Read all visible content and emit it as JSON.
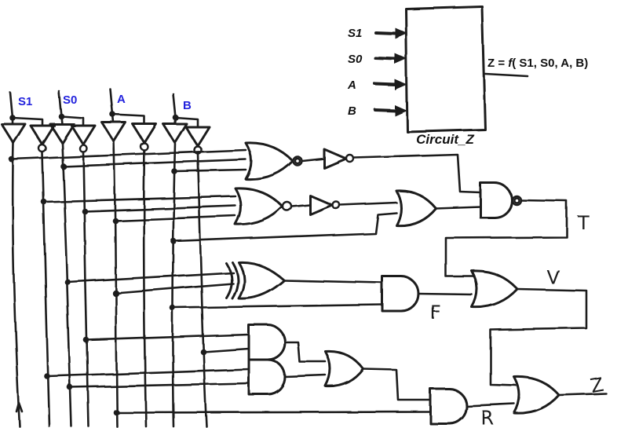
{
  "colors": {
    "ink": "#1b1b1b",
    "input_label_blue": "#2222dd",
    "background": "#ffffff"
  },
  "block_diagram": {
    "input_labels": [
      "S1",
      "S0",
      "A",
      "B"
    ],
    "output_label_prefix": "Z = ",
    "output_label_function": "f",
    "output_label_args": "( S1, S0, A, B)",
    "caption": "Circuit_Z"
  },
  "schematic": {
    "input_labels": [
      "S1",
      "S0",
      "A",
      "B"
    ],
    "signal_labels": {
      "t": "T",
      "f": "F",
      "v": "V",
      "r": "R",
      "z": "Z"
    },
    "gates": [
      {
        "name": "buffer-s1",
        "type": "BUFFER"
      },
      {
        "name": "inverter-s1",
        "type": "NOT"
      },
      {
        "name": "buffer-s0",
        "type": "BUFFER"
      },
      {
        "name": "inverter-s0",
        "type": "NOT"
      },
      {
        "name": "buffer-a",
        "type": "BUFFER"
      },
      {
        "name": "inverter-a",
        "type": "NOT"
      },
      {
        "name": "buffer-b",
        "type": "BUFFER"
      },
      {
        "name": "inverter-b",
        "type": "NOT"
      },
      {
        "name": "nor-gate-1",
        "type": "NOR",
        "inputs": 3
      },
      {
        "name": "not-gate-1",
        "type": "NOT",
        "inputs": 1
      },
      {
        "name": "nor-gate-2",
        "type": "NOR",
        "inputs": 3
      },
      {
        "name": "not-gate-2",
        "type": "NOT",
        "inputs": 1
      },
      {
        "name": "or-gate-2",
        "type": "OR",
        "inputs": 2
      },
      {
        "name": "nand-gate-t",
        "type": "NAND",
        "inputs": 2
      },
      {
        "name": "xor-gate-1",
        "type": "XOR",
        "inputs": 2
      },
      {
        "name": "and-gate-f",
        "type": "AND",
        "inputs": 2
      },
      {
        "name": "or-gate-v",
        "type": "OR",
        "inputs": 2
      },
      {
        "name": "and-gate-4a",
        "type": "AND",
        "inputs": 2
      },
      {
        "name": "and-gate-4b",
        "type": "AND",
        "inputs": 2
      },
      {
        "name": "or-gate-w",
        "type": "OR",
        "inputs": 2
      },
      {
        "name": "and-gate-r",
        "type": "AND",
        "inputs": 2
      },
      {
        "name": "or-gate-z",
        "type": "OR",
        "inputs": 2
      }
    ]
  }
}
